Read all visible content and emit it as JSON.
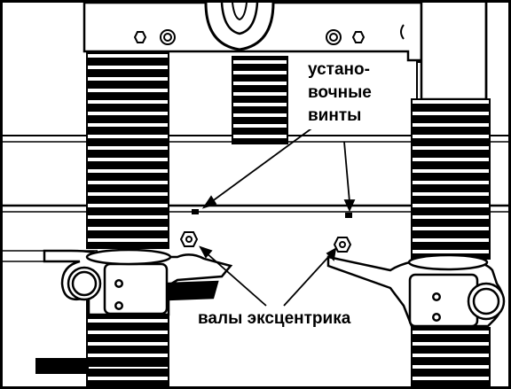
{
  "diagram": {
    "labels": {
      "set_screws_line1": "устано-",
      "set_screws_line2": "вочные",
      "set_screws_line3": "винты",
      "eccentric_shafts": "валы эксцентрика"
    },
    "colors": {
      "ink": "#000000",
      "paper": "#ffffff"
    }
  }
}
